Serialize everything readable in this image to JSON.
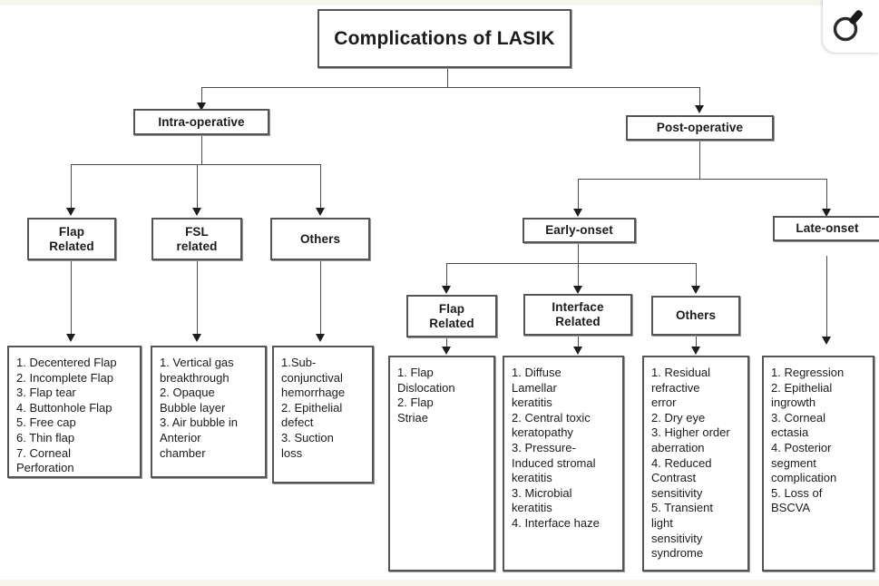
{
  "diagram": {
    "title": "Complications of LASIK",
    "title_line1": "Complications of",
    "title_line2": "LASIK",
    "level1": {
      "intra_operative": "Intra-operative",
      "post_operative": "Post-operative"
    },
    "level2": {
      "flap_related": "Flap\nRelated",
      "fsl_related": "FSL\nrelated",
      "others_intra": "Others",
      "early_onset": "Early-onset",
      "late_onset": "Late-onset"
    },
    "level3": {
      "flap_related_post": "Flap\nRelated",
      "interface_related": "Interface\nRelated",
      "others_early": "Others"
    },
    "lists": {
      "flap_related_items": "1. Decentered Flap\n2. Incomplete Flap\n3. Flap tear\n4. Buttonhole Flap\n5. Free cap\n6. Thin flap\n7. Corneal\n     Perforation",
      "fsl_related_items": "1. Vertical gas\n     breakthrough\n2. Opaque\n       Bubble layer\n3. Air bubble in\n     Anterior\n     chamber",
      "others_intra_items": "1.Sub-\nconjunctival\nhemorrhage\n2. Epithelial\ndefect\n3. Suction\nloss",
      "flap_related_post_items": "1. Flap\n    Dislocation\n2. Flap\n    Striae",
      "interface_related_items": "1. Diffuse\n     Lamellar\n     keratitis\n2. Central toxic\n     keratopathy\n3. Pressure-\n    Induced stromal\n    keratitis\n3. Microbial\n     keratitis\n4. Interface haze",
      "others_early_items": "1. Residual\n     refractive\nerror\n2. Dry eye\n3. Higher order\n     aberration\n4. Reduced\n     Contrast\n     sensitivity\n5. Transient\nlight\n      sensitivity\n      syndrome",
      "late_onset_items": "1. Regression\n2. Epithelial\n     ingrowth\n3. Corneal\n     ectasia\n4. Posterior\n      segment\n    complication\n5. Loss of\n    BSCVA"
    }
  },
  "overlay": {
    "magnifier_icon": "magnifier-icon"
  },
  "colors": {
    "page_background": "#ffffff",
    "canvas_border": "#f7f6ec",
    "box_border": "#555555",
    "text": "#1b1b1b",
    "connector": "#4a4a4a"
  }
}
